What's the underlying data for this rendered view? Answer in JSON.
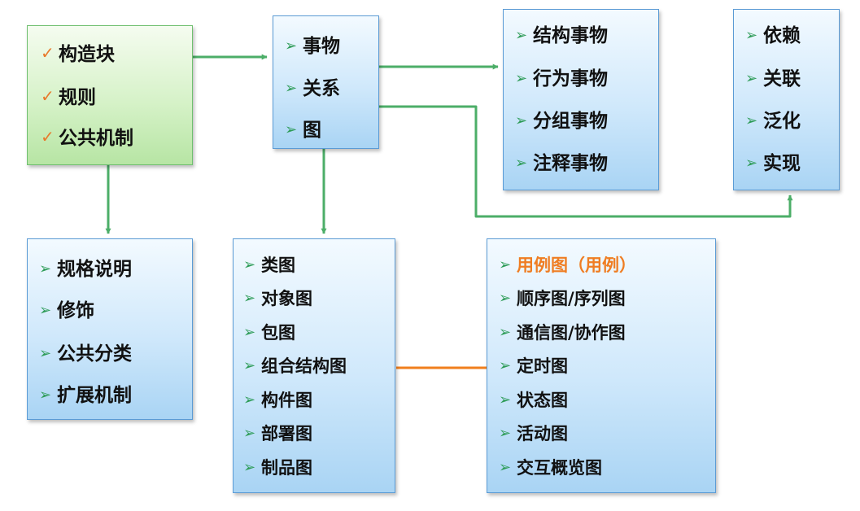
{
  "colors": {
    "arrow": "#4cae68",
    "highlight_line": "#f07f1d",
    "highlight_text": "#ef7d22",
    "check": "#e8792b",
    "bullet": "#2e9c58",
    "box_border": "#5b9bd5"
  },
  "icons": {
    "check": "checkmark-icon",
    "bullet": "triangle-bullet-icon"
  },
  "boxes": {
    "main": {
      "items": [
        "构造块",
        "规则",
        "公共机制"
      ]
    },
    "blocks": {
      "items": [
        "事物",
        "关系",
        "图"
      ]
    },
    "things": {
      "items": [
        "结构事物",
        "行为事物",
        "分组事物",
        "注释事物"
      ]
    },
    "relations": {
      "items": [
        "依赖",
        "关联",
        "泛化",
        "实现"
      ]
    },
    "mechanisms": {
      "items": [
        "规格说明",
        "修饰",
        "公共分类",
        "扩展机制"
      ]
    },
    "diagrams_a": {
      "items": [
        "类图",
        "对象图",
        "包图",
        "组合结构图",
        "构件图",
        "部署图",
        "制品图"
      ]
    },
    "diagrams_b": {
      "items": [
        "用例图（用例）",
        "顺序图/序列图",
        "通信图/协作图",
        "定时图",
        "状态图",
        "活动图",
        "交互概览图"
      ]
    }
  }
}
